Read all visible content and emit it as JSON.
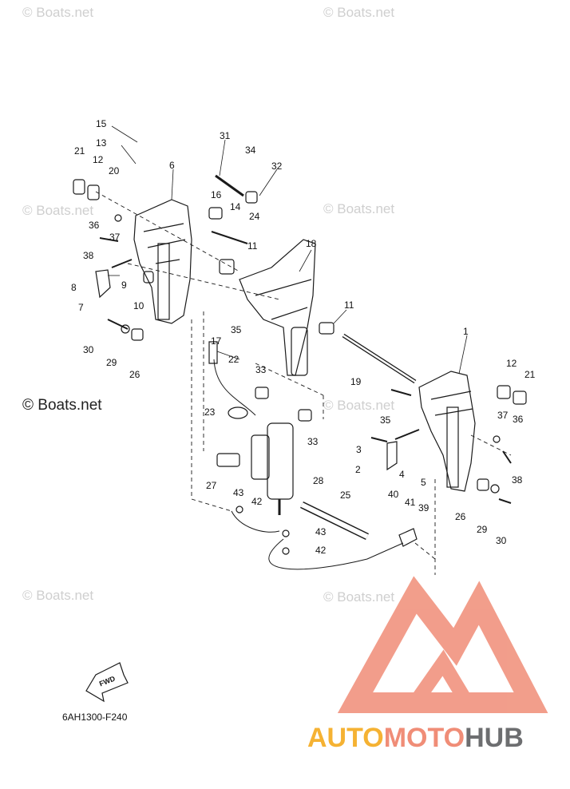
{
  "watermark": {
    "text": "© Boats.net",
    "main_text": "© Boats.net"
  },
  "diagram_code": "6AH1300-F240",
  "fwd_label": "FWD",
  "brand": {
    "part1": "AUTO",
    "part2": "MOTO",
    "part3": "HUB"
  },
  "callouts": [
    "15",
    "13",
    "21",
    "12",
    "20",
    "6",
    "31",
    "34",
    "32",
    "16",
    "14",
    "24",
    "36",
    "37",
    "38",
    "9",
    "8",
    "7",
    "10",
    "11",
    "18",
    "35",
    "17",
    "30",
    "29",
    "26",
    "22",
    "33",
    "23",
    "11",
    "19",
    "1",
    "12",
    "21",
    "35",
    "37",
    "36",
    "33",
    "3",
    "2",
    "4",
    "5",
    "38",
    "27",
    "43",
    "42",
    "28",
    "25",
    "40",
    "41",
    "39",
    "26",
    "29",
    "30",
    "43",
    "42"
  ],
  "colors": {
    "line": "#1a1a1a",
    "logo_pink": "#f08d77",
    "logo_orange": "#f5b233",
    "logo_gray": "#6d6e70"
  }
}
